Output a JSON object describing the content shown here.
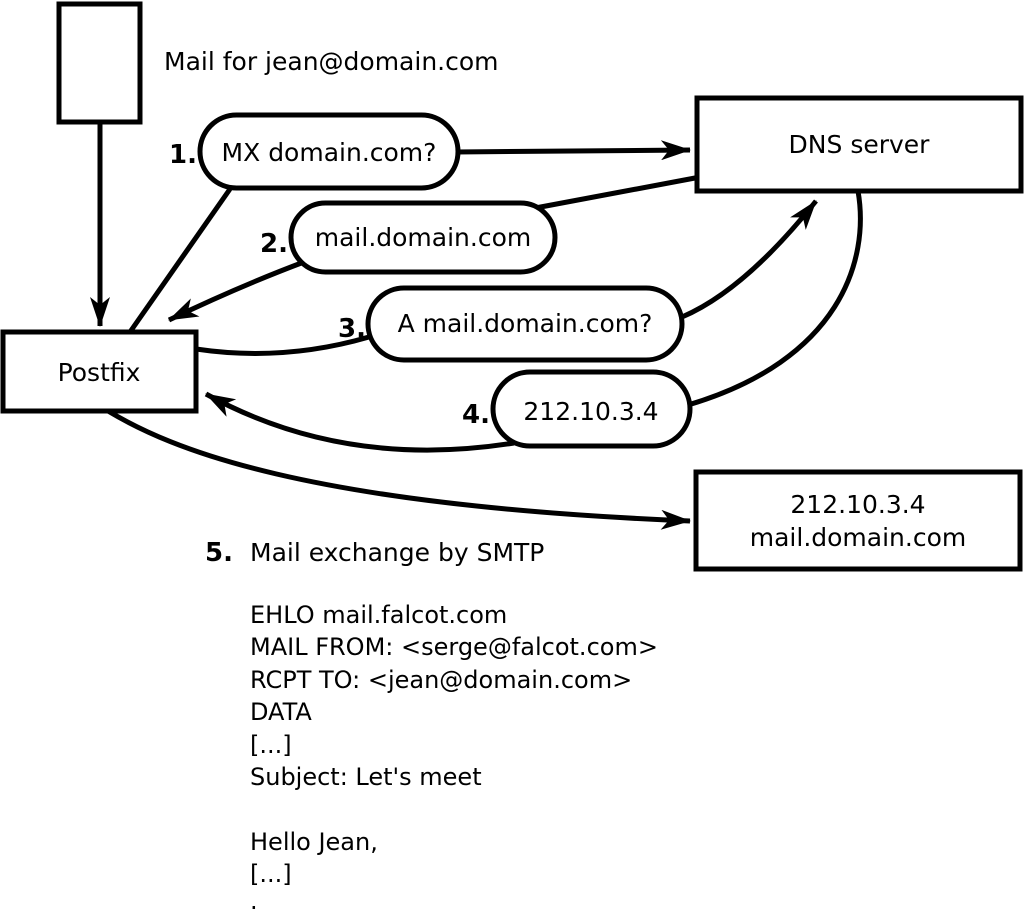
{
  "title": "Mail for jean@domain.com",
  "nodes": {
    "postfix": "Postfix",
    "dns_server": "DNS server",
    "mail_server": {
      "line1": "212.10.3.4",
      "line2": "mail.domain.com"
    }
  },
  "steps": [
    {
      "num": "1.",
      "label": "MX domain.com?"
    },
    {
      "num": "2.",
      "label": "mail.domain.com"
    },
    {
      "num": "3.",
      "label": "A mail.domain.com?"
    },
    {
      "num": "4.",
      "label": "212.10.3.4"
    },
    {
      "num": "5.",
      "label": "Mail exchange by SMTP"
    }
  ],
  "smtp_transcript": {
    "lines": [
      "EHLO mail.falcot.com",
      "MAIL FROM: <serge@falcot.com>",
      "RCPT TO: <jean@domain.com>",
      "DATA",
      "[...]",
      "Subject: Let's meet",
      "",
      "Hello Jean,",
      "[...]",
      "."
    ]
  },
  "colors": {
    "stroke": "#000000",
    "background": "#ffffff"
  }
}
